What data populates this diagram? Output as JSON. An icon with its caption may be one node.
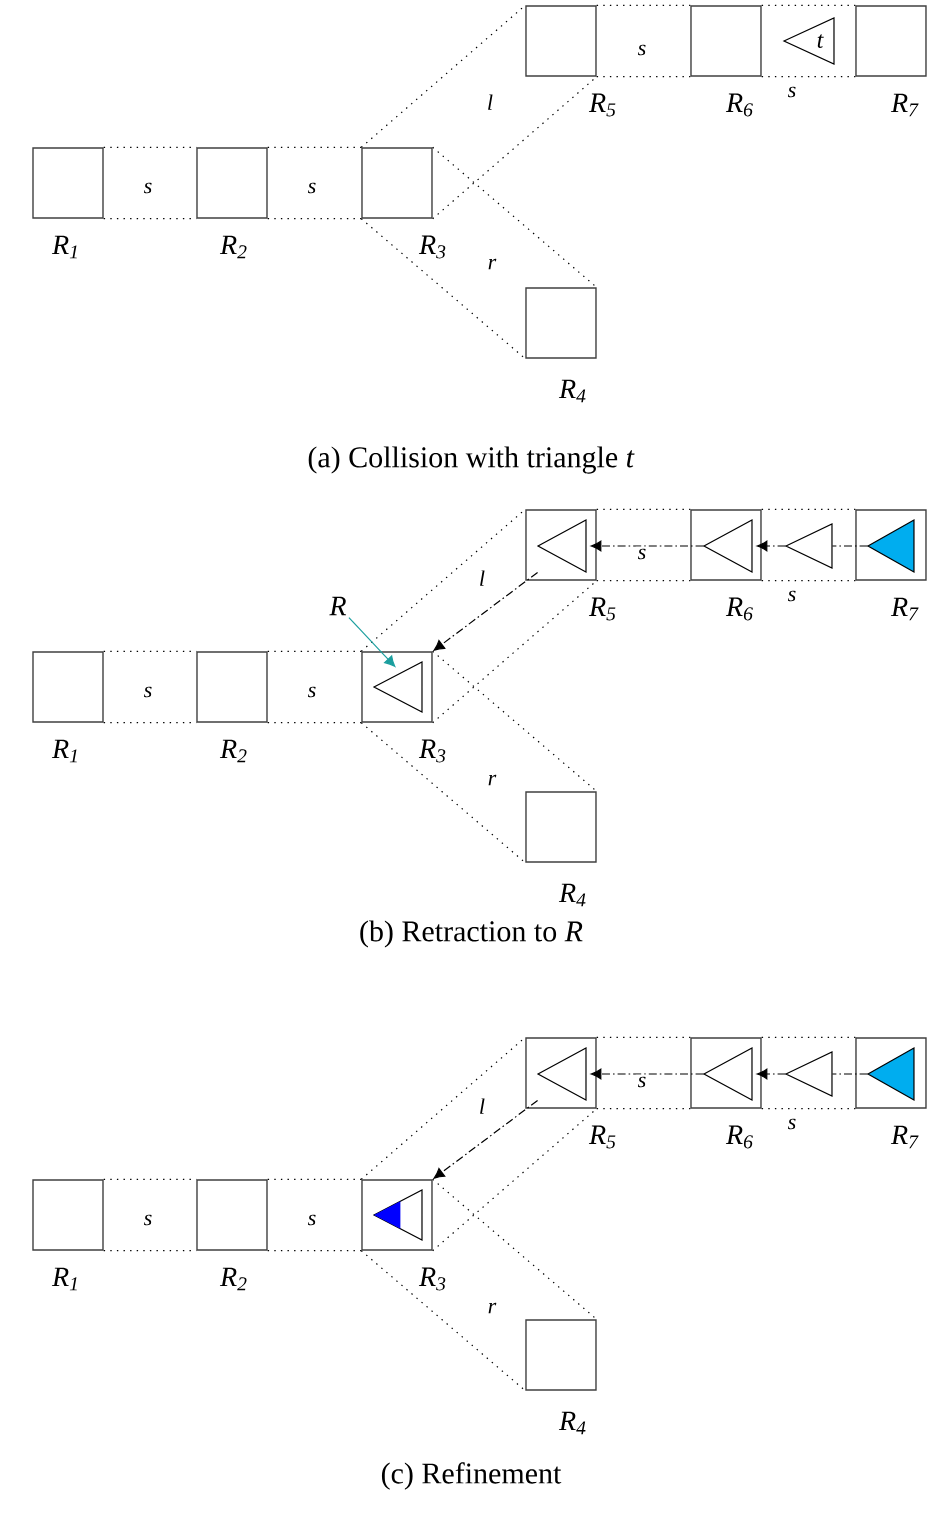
{
  "diagram": {
    "nodes": [
      {
        "text": [],
        "shape": "box",
        "beside": [
          "R$_{1}$"
        ]
      },
      {
        "text": [],
        "shape": "box",
        "beside": [
          "R$_{2}$"
        ]
      },
      {
        "text": [],
        "shape": "box",
        "beside": [
          "R$_{3}$"
        ]
      },
      {
        "text": [],
        "shape": "box",
        "beside": [
          "R$_{4}$"
        ]
      },
      {
        "text": [],
        "shape": "box",
        "beside": [
          "R$_{5}$"
        ]
      },
      {
        "text": [],
        "shape": "box",
        "beside": [
          "R$_{6}$"
        ]
      },
      {
        "text": [],
        "shape": "box",
        "beside": [
          "R$_{7}$"
        ]
      },
      {
        "text": [
          "t"
        ]
      },
      {
        "text": [],
        "shape": "box",
        "beside": [
          "R$_{1}$"
        ]
      },
      {
        "text": [],
        "shape": "box",
        "beside": [
          "R$_{2}$"
        ]
      },
      {
        "text": [],
        "shape": "box",
        "beside": [
          "R$_{3}$"
        ]
      },
      {
        "text": [],
        "shape": "box",
        "beside": [
          "R$_{4}$"
        ]
      },
      {
        "text": [],
        "shape": "box",
        "beside": [
          "R$_{5}$"
        ]
      },
      {
        "text": [],
        "shape": "box",
        "beside": [
          "R$_{6}$"
        ]
      },
      {
        "text": [],
        "shape": "box",
        "beside": [
          "R$_{7}$"
        ]
      },
      {
        "text": [],
        "shape": "triangle",
        "in": 10
      },
      {
        "text": [],
        "shape": "triangle",
        "in": 12
      },
      {
        "text": [],
        "shape": "triangle",
        "in": 13
      },
      {
        "text": [],
        "shape": "triangle"
      },
      {
        "text": [],
        "shape": "triangle",
        "in": 14
      },
      {
        "text": [
          "R"
        ]
      },
      {
        "text": [],
        "shape": "box",
        "beside": [
          "R$_{1}$"
        ]
      },
      {
        "text": [],
        "shape": "box",
        "beside": [
          "R$_{2}$"
        ]
      },
      {
        "text": [],
        "shape": "box",
        "beside": [
          "R$_{3}$"
        ]
      },
      {
        "text": [],
        "shape": "box",
        "beside": [
          "R$_{4}$"
        ]
      },
      {
        "text": [],
        "shape": "box",
        "beside": [
          "R$_{5}$"
        ]
      },
      {
        "text": [],
        "shape": "box",
        "beside": [
          "R$_{6}$"
        ]
      },
      {
        "text": [],
        "shape": "box",
        "beside": [
          "R$_{7}$"
        ]
      },
      {
        "text": [],
        "shape": "triangle",
        "in": 23
      },
      {
        "text": [],
        "shape": "triangle",
        "in": 25
      },
      {
        "text": [],
        "shape": "triangle",
        "in": 26
      },
      {
        "text": [],
        "shape": "triangle"
      },
      {
        "text": [],
        "shape": "triangle",
        "in": 27
      }
    ],
    "edges": [
      {
        "from": 0,
        "to": 1,
        "arrow": "none",
        "style": "dashed"
      },
      {
        "from": 0,
        "to": 1,
        "arrow": "none",
        "style": "dashed",
        "label": "s"
      },
      {
        "from": 1,
        "to": 2,
        "arrow": "none",
        "style": "dashed"
      },
      {
        "from": 1,
        "to": 2,
        "arrow": "none",
        "style": "dashed",
        "label": "s"
      },
      {
        "from": 2,
        "to": 4,
        "arrow": "none",
        "style": "dashed"
      },
      {
        "from": 2,
        "to": 4,
        "arrow": "none",
        "style": "dashed",
        "label": "l"
      },
      {
        "from": 2,
        "to": 3,
        "arrow": "none",
        "style": "dashed"
      },
      {
        "from": 2,
        "to": 3,
        "arrow": "none",
        "style": "dashed",
        "label": "r"
      },
      {
        "from": 4,
        "to": 5,
        "arrow": "none",
        "style": "dashed"
      },
      {
        "from": 4,
        "to": 5,
        "arrow": "none",
        "style": "dashed",
        "label": "s"
      },
      {
        "from": 5,
        "to": 6,
        "arrow": "none",
        "style": "dashed"
      },
      {
        "from": 5,
        "to": 6,
        "arrow": "none",
        "style": "dashed",
        "label": "s"
      },
      {
        "from": 8,
        "to": 9,
        "arrow": "none",
        "style": "dashed"
      },
      {
        "from": 8,
        "to": 9,
        "arrow": "none",
        "style": "dashed",
        "label": "s"
      },
      {
        "from": 9,
        "to": 10,
        "arrow": "none",
        "style": "dashed"
      },
      {
        "from": 9,
        "to": 10,
        "arrow": "none",
        "style": "dashed",
        "label": "s"
      },
      {
        "from": 10,
        "to": 12,
        "arrow": "none",
        "style": "dashed",
        "label": "l"
      },
      {
        "from": 10,
        "to": 12,
        "arrow": "none",
        "style": "dashed"
      },
      {
        "from": 10,
        "to": 11,
        "arrow": "none",
        "style": "dashed"
      },
      {
        "from": 10,
        "to": 11,
        "arrow": "none",
        "style": "dashed",
        "label": "r"
      },
      {
        "from": 12,
        "to": 13,
        "arrow": "none",
        "style": "dashed"
      },
      {
        "from": 12,
        "to": 13,
        "arrow": "none",
        "style": "dashed",
        "label": "s"
      },
      {
        "from": 13,
        "to": 14,
        "arrow": "none",
        "style": "dashed"
      },
      {
        "from": 13,
        "to": 14,
        "arrow": "none",
        "style": "dashed",
        "label": "s"
      },
      {
        "from": 19,
        "to": 18,
        "arrow": "none",
        "style": "dashed"
      },
      {
        "from": 18,
        "to": 17,
        "arrow": "to",
        "style": "dashed"
      },
      {
        "from": 17,
        "to": 16,
        "arrow": "to",
        "style": "dashed"
      },
      {
        "from": 16,
        "to": 10,
        "arrow": "to",
        "style": "dashed"
      },
      {
        "from": 20,
        "to": 15,
        "arrow": "to",
        "color": "#1a9e9e"
      },
      {
        "from": 21,
        "to": 22,
        "arrow": "none",
        "style": "dashed"
      },
      {
        "from": 21,
        "to": 22,
        "arrow": "none",
        "style": "dashed",
        "label": "s"
      },
      {
        "from": 22,
        "to": 23,
        "arrow": "none",
        "style": "dashed"
      },
      {
        "from": 22,
        "to": 23,
        "arrow": "none",
        "style": "dashed",
        "label": "s"
      },
      {
        "from": 23,
        "to": 25,
        "arrow": "none",
        "style": "dashed",
        "label": "l"
      },
      {
        "from": 23,
        "to": 25,
        "arrow": "none",
        "style": "dashed"
      },
      {
        "from": 23,
        "to": 24,
        "arrow": "none",
        "style": "dashed"
      },
      {
        "from": 23,
        "to": 24,
        "arrow": "none",
        "style": "dashed",
        "label": "r"
      },
      {
        "from": 25,
        "to": 26,
        "arrow": "none",
        "style": "dashed"
      },
      {
        "from": 25,
        "to": 26,
        "arrow": "none",
        "style": "dashed",
        "label": "s"
      },
      {
        "from": 26,
        "to": 27,
        "arrow": "none",
        "style": "dashed"
      },
      {
        "from": 26,
        "to": 27,
        "arrow": "none",
        "style": "dashed",
        "label": "s"
      },
      {
        "from": 32,
        "to": 31,
        "arrow": "none",
        "style": "dashed"
      },
      {
        "from": 31,
        "to": 30,
        "arrow": "to",
        "style": "dashed"
      },
      {
        "from": 30,
        "to": 29,
        "arrow": "to",
        "style": "dashed"
      },
      {
        "from": 29,
        "to": 23,
        "arrow": "to",
        "style": "dashed"
      }
    ],
    "labels": [
      "(a) Collision with triangle *t*",
      "(b) Retraction to *R*",
      "(c) Refinement"
    ]
  }
}
